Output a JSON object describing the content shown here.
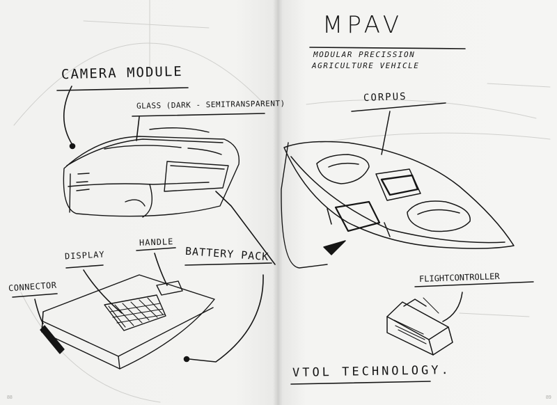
{
  "sketchbook": {
    "left_page": {
      "page_number": "88",
      "labels": {
        "camera_module": "CAMERA MODULE",
        "glass": "GLASS (DARK - SEMITRANSPARENT)",
        "display": "DISPLAY",
        "handle": "HANDLE",
        "battery_pack": "BATTERY PACK",
        "connector": "CONNECTOR"
      }
    },
    "right_page": {
      "page_number": "89",
      "title": "MPAV",
      "subtitle_line1": "MODULAR PRECISSION",
      "subtitle_line2": "AGRICULTURE VEHICLE",
      "labels": {
        "corpus": "CORPUS",
        "flightcontroller": "FLIGHTCONTROLLER",
        "vtol": "VTOL TECHNOLOGY."
      }
    },
    "ink_color": "#151515",
    "paper_color": "#f4f4f2"
  }
}
